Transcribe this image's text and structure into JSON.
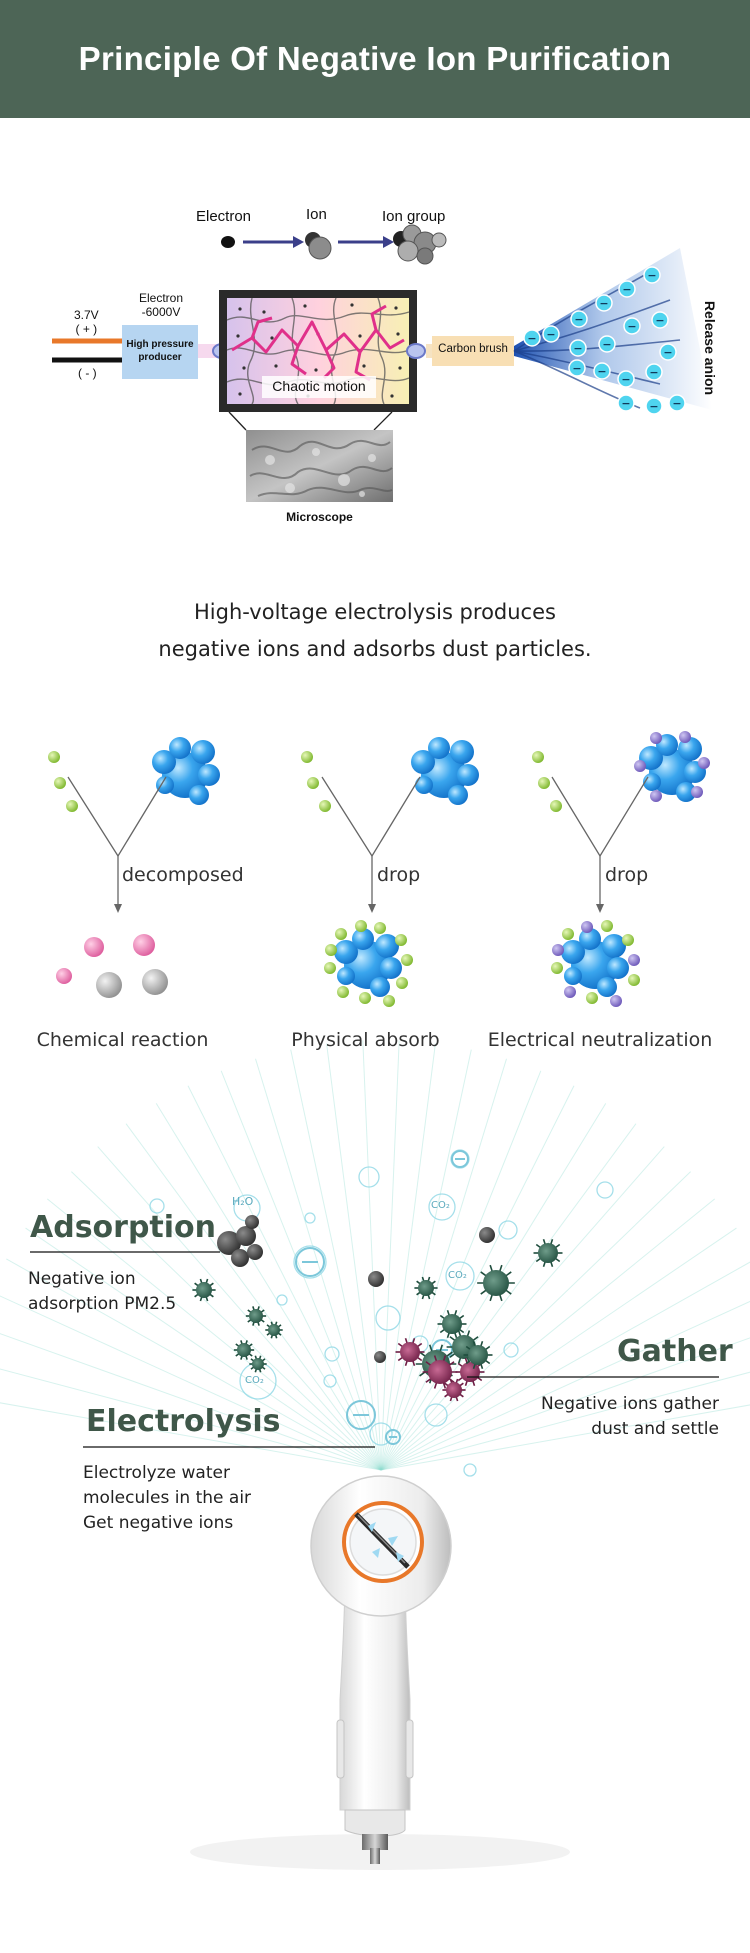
{
  "header": {
    "title": "Principle Of Negative Ion Purification"
  },
  "diagram": {
    "chain": {
      "electron": "Electron",
      "ion": "Ion",
      "ion_group": "Ion group"
    },
    "battery": {
      "voltage": "3.7V",
      "plus": "( + )",
      "minus": "( - )"
    },
    "electron_voltage": {
      "line1": "Electron",
      "line2": "-6000V"
    },
    "producer": {
      "line1": "High pressure",
      "line2": "producer"
    },
    "chaotic_motion": "Chaotic motion",
    "microscope": "Microscope",
    "carbon_brush": "Carbon brush",
    "release_anion": "Release anion",
    "ion_symbol": "−"
  },
  "caption": {
    "line1": "High-voltage electrolysis produces",
    "line2": "negative ions and adsorbs dust particles."
  },
  "processes": [
    {
      "arrow_label": "decomposed",
      "name": "Chemical reaction"
    },
    {
      "arrow_label": "drop",
      "name": "Physical absorb"
    },
    {
      "arrow_label": "drop",
      "name": "Electrical neutralization"
    }
  ],
  "features": {
    "adsorption": {
      "title": "Adsorption",
      "line1": "Negative ion",
      "line2": "adsorption PM2.5"
    },
    "gather": {
      "title": "Gather",
      "line1": "Negative ions gather",
      "line2": "dust and settle"
    },
    "electrolysis": {
      "title": "Electrolysis",
      "line1": "Electrolyze water",
      "line2": "molecules in the air",
      "line3": "Get negative ions"
    }
  },
  "bubbles": {
    "h2o": "H₂O",
    "co2": "CO₂"
  },
  "colors": {
    "header_bg": "#4d6556",
    "accent_green": "#3f5749",
    "ion_cyan": "#4fd4ef",
    "molecule_blue": "#2e9be6",
    "green_ball": "#8bc43a",
    "pink_ball": "#e66aa8",
    "orange_wire": "#e8782a"
  }
}
